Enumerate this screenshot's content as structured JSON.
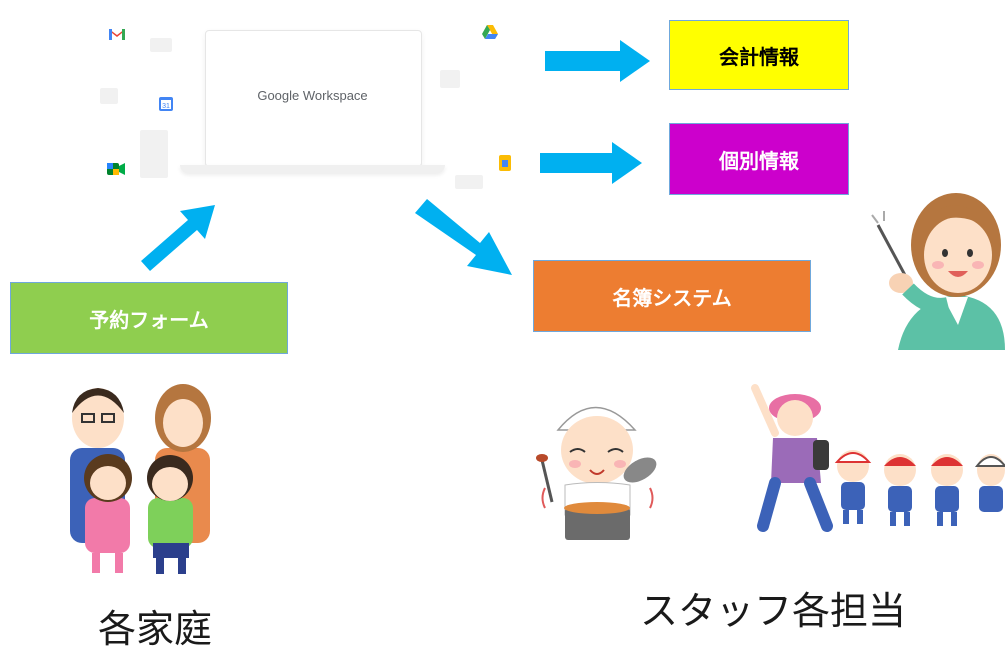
{
  "workspace": {
    "logo_google": "Google",
    "logo_product": "Workspace"
  },
  "boxes": {
    "accounting": "会計情報",
    "individual": "個別情報",
    "roster": "名簿システム",
    "reservation": "予約フォーム"
  },
  "captions": {
    "families": "各家庭",
    "staff": "スタッフ各担当"
  },
  "colors": {
    "arrow": "#00b0f0",
    "accounting_bg": "#ffff00",
    "individual_bg": "#cc00cc",
    "roster_bg": "#ed7d31",
    "reservation_bg": "#8fce4f"
  },
  "icons": [
    "gmail-icon",
    "calendar-icon",
    "meet-icon",
    "drive-icon",
    "keep-icon"
  ]
}
